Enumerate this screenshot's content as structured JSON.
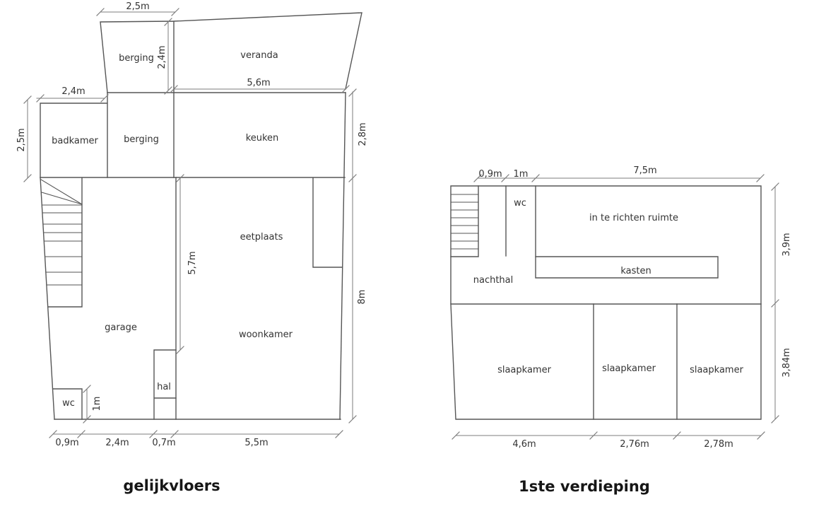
{
  "style": {
    "background": "#ffffff",
    "wall_color": "#565656",
    "dim_color": "#7d7d7d",
    "text_color": "#333333",
    "title_color": "#161616"
  },
  "ground": {
    "title": "gelijkvloers",
    "rooms": {
      "berging_boven": "berging",
      "veranda": "veranda",
      "badkamer": "badkamer",
      "berging": "berging",
      "keuken": "keuken",
      "eetplaats": "eetplaats",
      "garage": "garage",
      "woonkamer": "woonkamer",
      "hal": "hal",
      "wc": "wc"
    },
    "dims": {
      "berging_breedte": "2,5m",
      "berging_hoogte": "2,4m",
      "veranda_breedte": "5,6m",
      "badkamer_breedte": "2,4m",
      "badkamer_hoogte": "2,5m",
      "keuken_hoogte": "2,8m",
      "binnen_hoogte": "5,7m",
      "rechts_hoogte": "8m",
      "wc_hoogte": "1m",
      "onder_1": "0,9m",
      "onder_2": "2,4m",
      "onder_3": "0,7m",
      "onder_4": "5,5m"
    }
  },
  "first": {
    "title": "1ste verdieping",
    "rooms": {
      "wc": "wc",
      "in_te_richten_ruimte": "in te richten ruimte",
      "kasten": "kasten",
      "nachthal": "nachthal",
      "slaapkamer_1": "slaapkamer",
      "slaapkamer_2": "slaapkamer",
      "slaapkamer_3": "slaapkamer"
    },
    "dims": {
      "boven_1": "0,9m",
      "boven_2": "1m",
      "boven_3": "7,5m",
      "rechts_boven": "3,9m",
      "rechts_onder": "3,84m",
      "onder_1": "4,6m",
      "onder_2": "2,76m",
      "onder_3": "2,78m"
    }
  }
}
